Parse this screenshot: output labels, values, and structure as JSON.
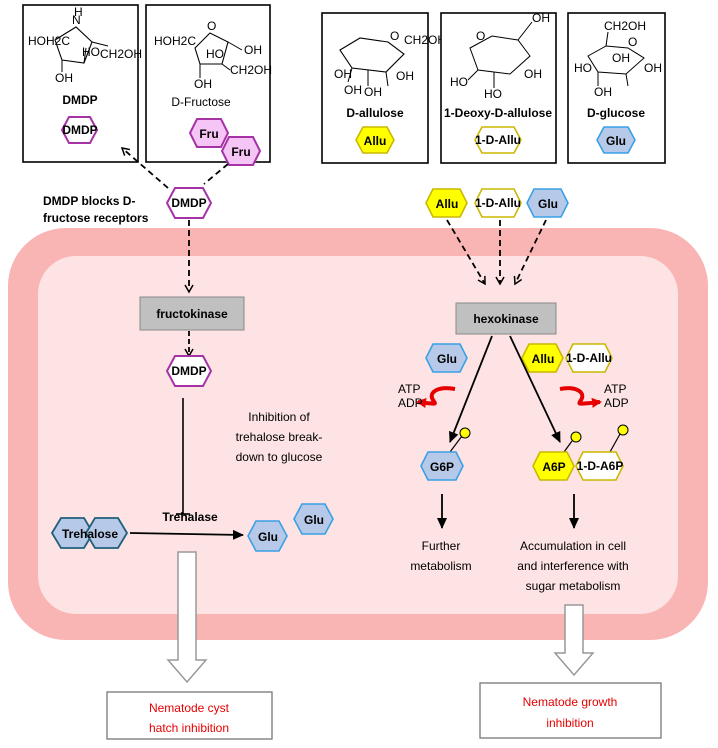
{
  "structures": {
    "dmdp": {
      "atoms": [
        "HOH2C",
        "N",
        "H",
        "HO",
        "CH2OH",
        "OH"
      ],
      "caption": "DMDP",
      "badge": "DMDP"
    },
    "fructose": {
      "atoms": [
        "HOH2C",
        "O",
        "OH",
        "HO",
        "CH2OH",
        "OH"
      ],
      "caption": "D-Fructose",
      "badge1": "Fru",
      "badge2": "Fru"
    },
    "allulose": {
      "atoms": [
        "O",
        "CH2OH",
        "OH",
        "OH",
        "OH",
        "OH"
      ],
      "caption": "D-allulose",
      "badge": "Allu"
    },
    "deoxy": {
      "atoms": [
        "O",
        "OH",
        "HO",
        "HO",
        "OH"
      ],
      "caption": "1-Deoxy-D-allulose",
      "badge": "1-D-Allu"
    },
    "glucose": {
      "atoms": [
        "CH2OH",
        "O",
        "OH",
        "HO",
        "OH",
        "OH"
      ],
      "caption": "D-glucose",
      "badge": "Glu"
    }
  },
  "receptor": {
    "line1": "DMDP blocks D-",
    "line2": "fructose receptors",
    "badge": "DMDP"
  },
  "sugars_top": {
    "allu": "Allu",
    "deoxy": "1-D-Allu",
    "glu": "Glu"
  },
  "left": {
    "enzyme": "fructokinase",
    "dmdp": "DMDP",
    "inhibition": [
      "Inhibition of",
      "trehalose break-",
      "down to glucose"
    ],
    "trehalose": "Trehalose",
    "trehalase": "Trehalase",
    "glu1": "Glu",
    "glu2": "Glu"
  },
  "right": {
    "enzyme": "hexokinase",
    "glu": "Glu",
    "allu": "Allu",
    "deoxy": "1-D-Allu",
    "atp_left": "ATP",
    "adp_left": "ADP",
    "atp_right": "ATP",
    "adp_right": "ADP",
    "g6p": "G6P",
    "a6p": "A6P",
    "da6p": "1-D-A6P",
    "further": [
      "Further",
      "metabolism"
    ],
    "accumulation": [
      "Accumulation in cell",
      "and interference with",
      "sugar metabolism"
    ]
  },
  "outcomes": {
    "left": [
      "Nematode cyst",
      "hatch inhibition"
    ],
    "right": [
      "Nematode growth",
      "inhibition"
    ]
  },
  "colors": {
    "cell_outer": "#f9b4b4",
    "cell_inner": "#fde3e3",
    "purple": "#a633a6",
    "fru_fill": "#f5c6f5",
    "yellow": "#ffff00",
    "blue_fill": "#b7c9e8",
    "blue_stroke": "#3aa0e6",
    "teal_stroke": "#1f5f7a",
    "enzyme_fill": "#c0c0c0",
    "red": "#e60000"
  }
}
